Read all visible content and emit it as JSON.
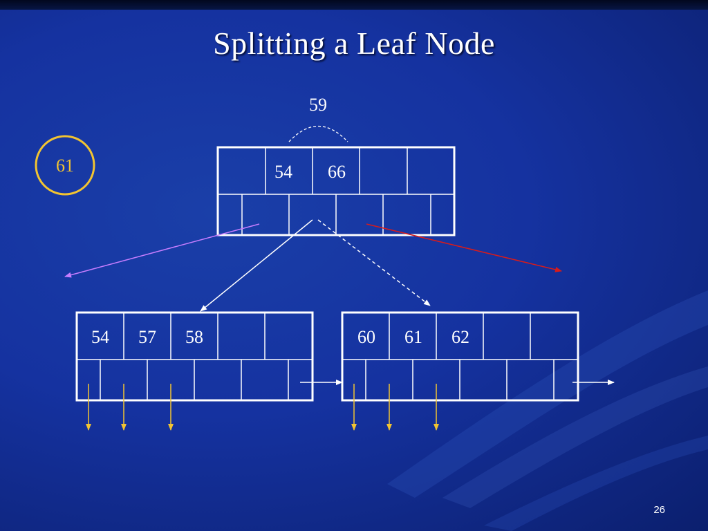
{
  "slide": {
    "title": "Splitting a Leaf Node",
    "page_number": "26"
  },
  "diagram": {
    "promoted_key": "59",
    "inserted_key": "61",
    "parent_node": {
      "keys": [
        "54",
        "66",
        "",
        ""
      ]
    },
    "left_leaf": {
      "keys": [
        "54",
        "57",
        "58",
        "",
        ""
      ]
    },
    "right_leaf": {
      "keys": [
        "60",
        "61",
        "62",
        "",
        ""
      ]
    },
    "colors": {
      "line": "#ffffff",
      "inserted_circle": "#f2c431",
      "inserted_text": "#f2c431",
      "left_pointer": "#c77dff",
      "right_pointer": "#d81b1b",
      "record_pointer": "#f2c431",
      "background": "#1532a0"
    }
  }
}
